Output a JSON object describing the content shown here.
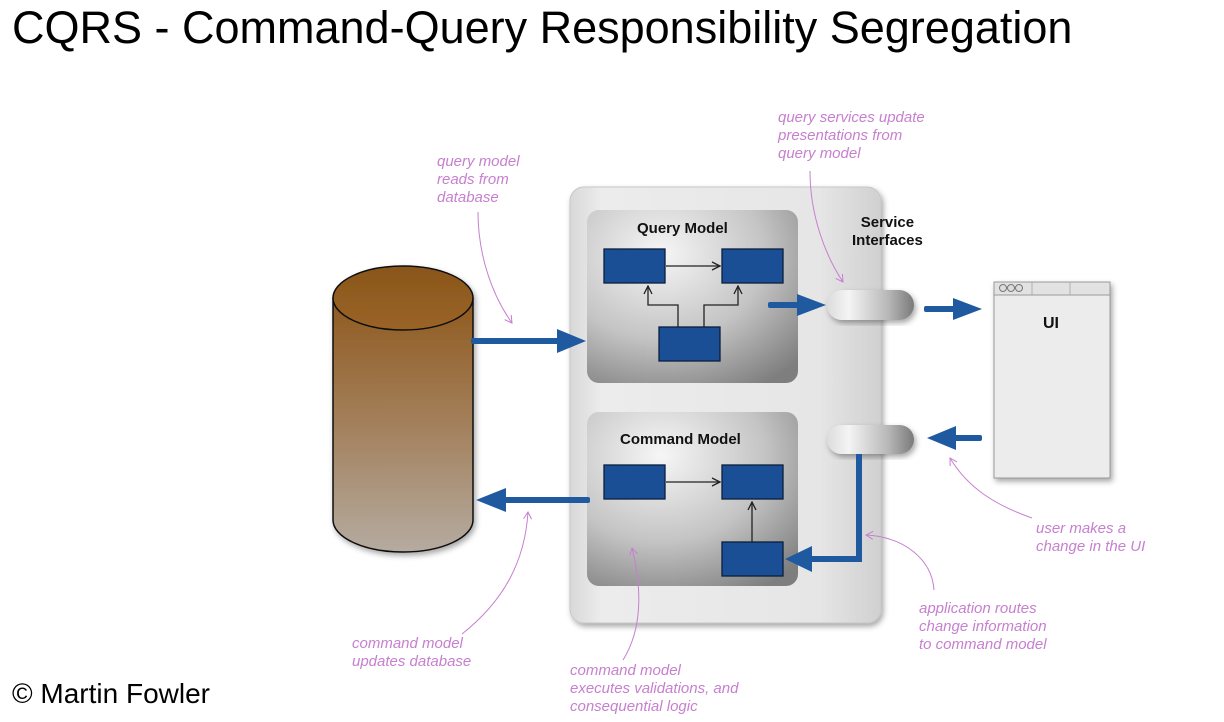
{
  "title": "CQRS - Command-Query Responsibility Segregation",
  "copyright": "© Martin Fowler",
  "diagram": {
    "nodes": {
      "database": "database",
      "query_model": "Query Model",
      "command_model": "Command Model",
      "service_interfaces": "Service\nInterfaces",
      "ui": "UI"
    },
    "annotations": {
      "query_reads": "query model\nreads from\ndatabase",
      "query_services": "query services update\npresentations from\nquery model",
      "user_change": "user makes a\nchange in the UI",
      "app_routes": "application routes\nchange information\nto command model",
      "command_updates": "command model\nupdates database",
      "command_validates": "command model\nexecutes validations, and\nconsequential logic"
    },
    "colors": {
      "arrow_blue": "#1f5aa0",
      "box_blue": "#1a4f96",
      "annotation_purple": "#c77fcf",
      "db_top": "#8f5a1e",
      "db_bottom": "#b3a89c"
    }
  }
}
